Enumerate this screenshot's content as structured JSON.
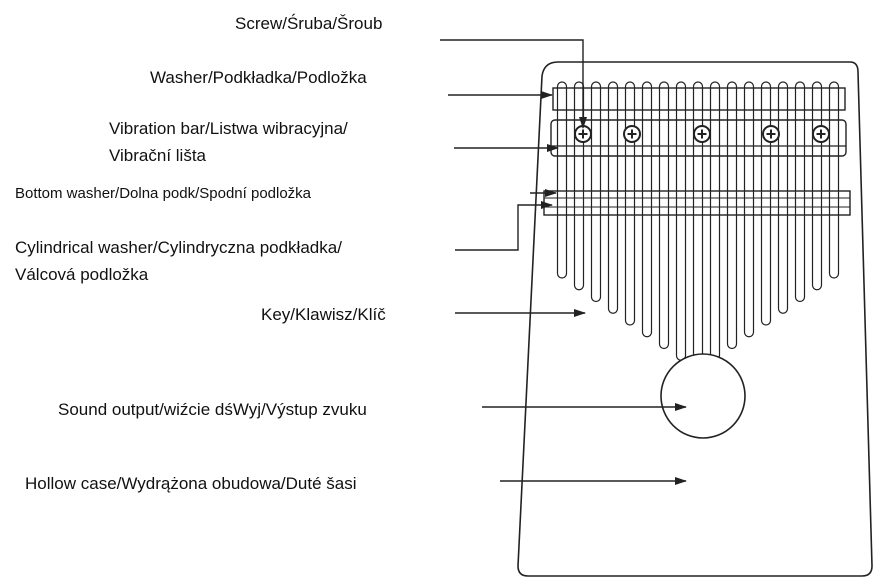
{
  "labels": {
    "screw": "Screw/Śruba/Šroub",
    "washer": "Washer/Podkładka/Podložka",
    "vibration_bar_1": "Vibration bar/Listwa wibracyjna/",
    "vibration_bar_2": "Vibrační lišta",
    "bottom_washer": "Bottom washer/Dolna podk/Spodní podložka",
    "cylindrical_washer_1": "Cylindrical washer/Cylindryczna podkładka/",
    "cylindrical_washer_2": "Válcová podložka",
    "key": "Key/Klawisz/Klíč",
    "sound_output": "Sound output/wiźcie dśWyj/Výstup zvuku",
    "hollow_case": "Hollow case/Wydrążona obudowa/Duté šasi"
  },
  "colors": {
    "line": "#222222",
    "text": "#111111",
    "background": "#ffffff"
  }
}
